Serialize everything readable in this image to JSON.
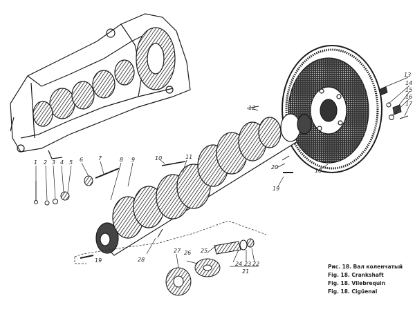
{
  "caption": {
    "lines": [
      "Рис. 18. Вал коленчатый",
      "Fig. 18. Crankshaft",
      "Fig. 18. Vilebrequin",
      "Fig. 18. Cigüenal"
    ]
  },
  "callouts": {
    "n1": "1",
    "n2": "2",
    "n3": "3",
    "n4": "4",
    "n5": "5",
    "n6": "6",
    "n7": "7",
    "n8": "8",
    "n9": "9",
    "n10": "10",
    "n11": "11",
    "n12": "12",
    "n13": "13",
    "n14": "14",
    "n15": "15",
    "n16": "16",
    "n17": "17",
    "n18": "18",
    "n19a": "19",
    "n19b": "19",
    "n20": "20",
    "n21": "21",
    "n22": "22",
    "n23": "23",
    "n24": "24",
    "n25": "25",
    "n26": "26",
    "n27": "27",
    "n28": "28"
  },
  "colors": {
    "ink": "#1a1a1a",
    "paper": "#ffffff",
    "shade": "#555555"
  }
}
